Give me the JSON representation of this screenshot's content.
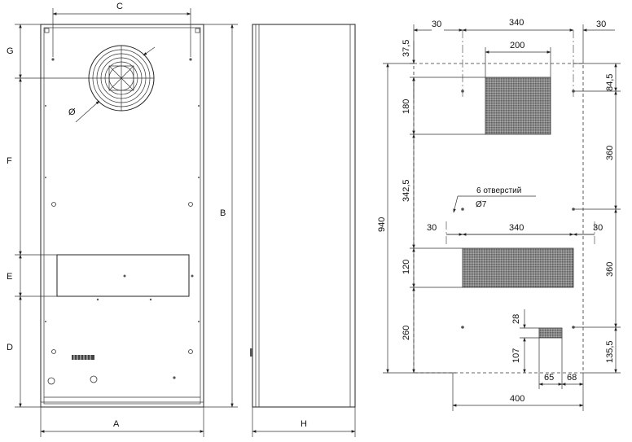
{
  "labels": {
    "A": "A",
    "B": "B",
    "C": "C",
    "D": "D",
    "E": "E",
    "F": "F",
    "G": "G",
    "H": "H",
    "diameter": "Ø"
  },
  "dims": {
    "d30_tl": "30",
    "d340_t": "340",
    "d30_tr": "30",
    "d200": "200",
    "d37_5": "37,5",
    "d84_5": "84,5",
    "d180": "180",
    "d360_a": "360",
    "d342_5": "342,5",
    "holes_label": "6 отверстий",
    "hole_dia": "Ø7",
    "d940": "940",
    "d30_ml": "30",
    "d340_m": "340",
    "d30_mr": "30",
    "d120": "120",
    "d360_b": "360",
    "d28": "28",
    "d260": "260",
    "d107": "107",
    "d135_5": "135,5",
    "d65": "65",
    "d68": "68",
    "d400": "400"
  },
  "colors": {
    "line": "#222222",
    "hatch": "#777777",
    "background": "#ffffff"
  }
}
